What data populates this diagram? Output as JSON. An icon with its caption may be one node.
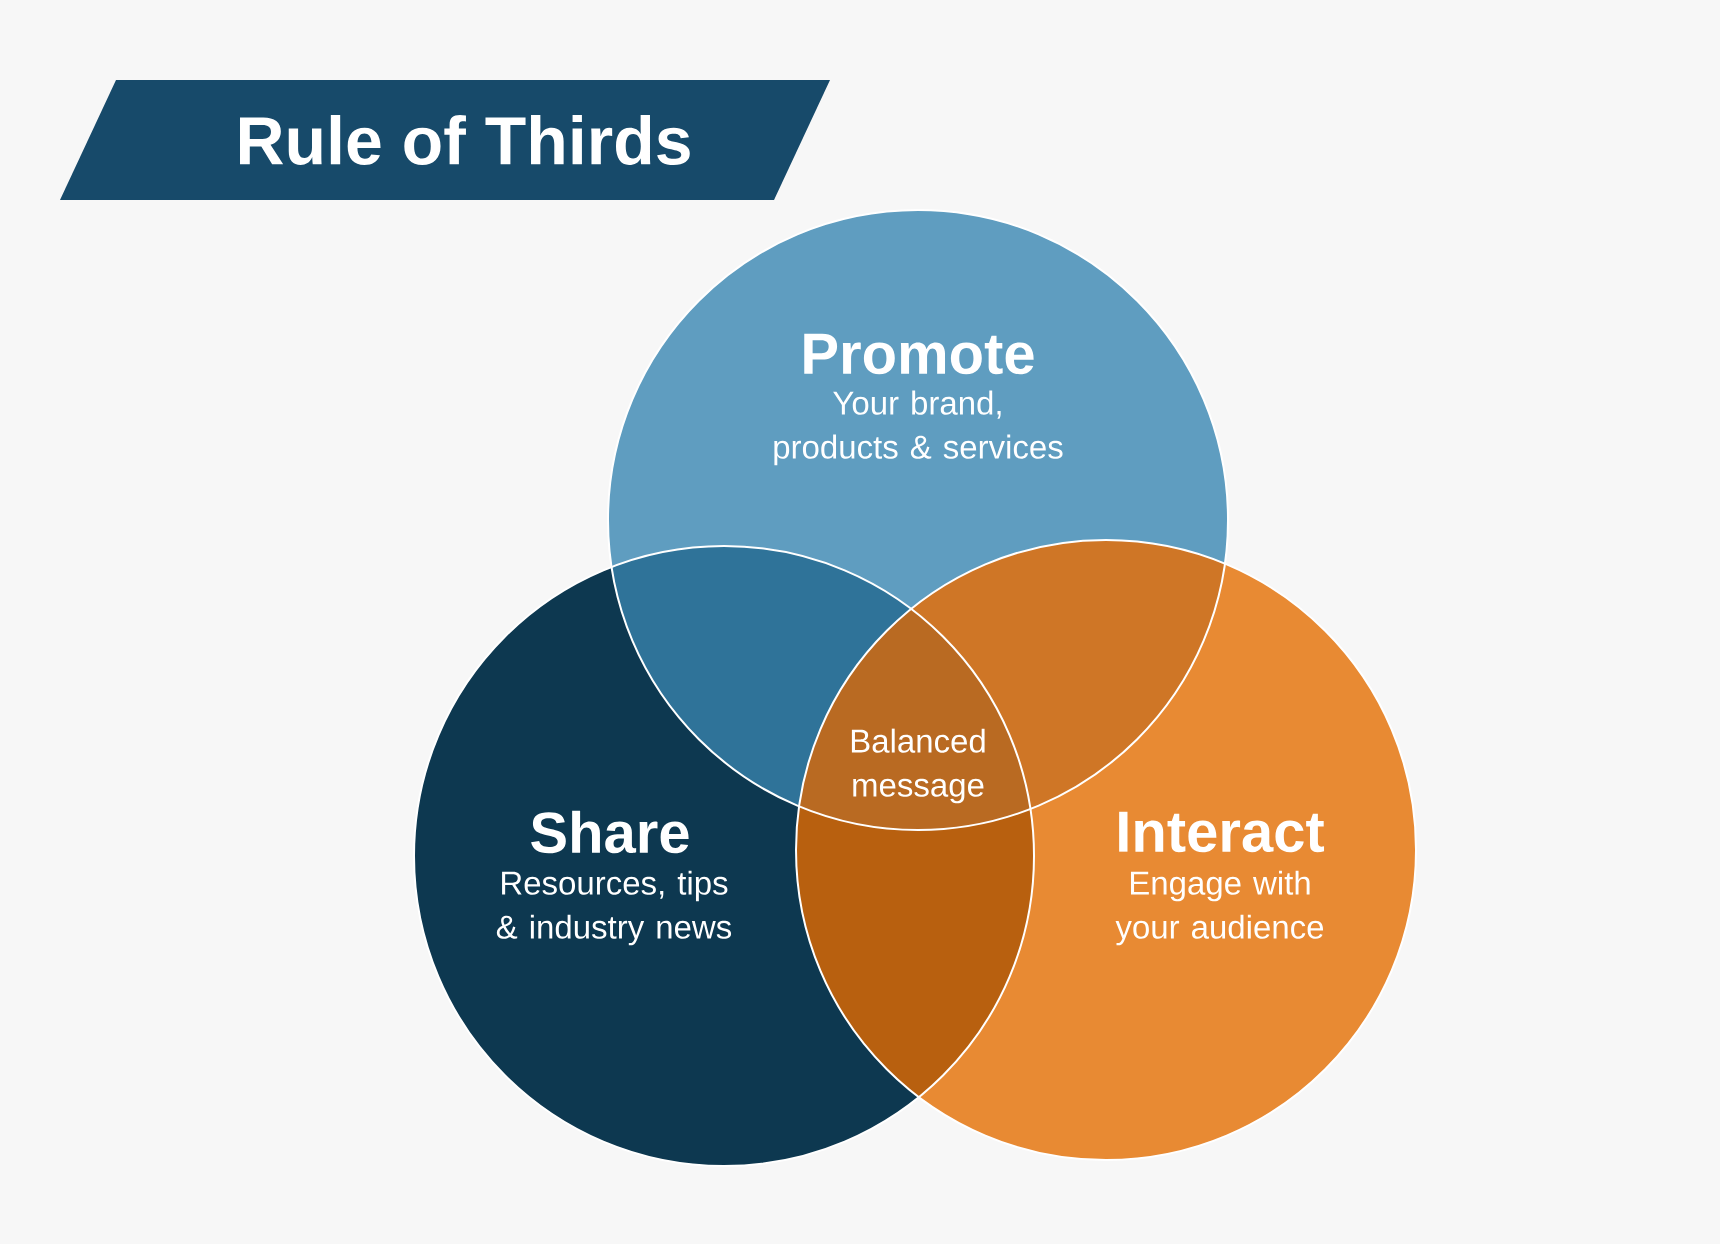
{
  "diagram": {
    "title": "Rule of Thirds",
    "nodes": [
      {
        "text": [
          "Promote",
          "Your brand, products & services"
        ]
      },
      {
        "text": [
          "Share",
          "Resources, tips & industry news"
        ]
      },
      {
        "text": [
          "Interact",
          "Engage with your audience"
        ]
      }
    ],
    "labels": [
      "Balanced message"
    ]
  }
}
